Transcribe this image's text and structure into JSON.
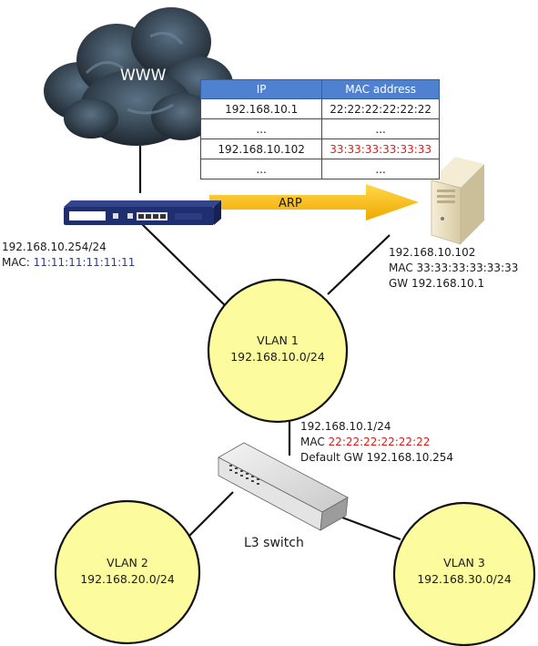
{
  "cloud": {
    "label": "WWW"
  },
  "arp_table": {
    "headers": [
      "IP",
      "MAC address"
    ],
    "rows": [
      {
        "ip": "192.168.10.1",
        "mac": "22:22:22:22:22:22"
      },
      {
        "ip": "...",
        "mac": "..."
      },
      {
        "ip": "192.168.10.102",
        "mac": "33:33:33:33:33:33"
      },
      {
        "ip": "...",
        "mac": "..."
      }
    ]
  },
  "arrow": {
    "label": "ARP"
  },
  "firewall": {
    "ip": "192.168.10.254/24",
    "mac_prefix": "MAC: ",
    "mac": "11:11:11:11:11:11"
  },
  "server": {
    "ip": "192.168.10.102",
    "mac": "MAC 33:33:33:33:33:33",
    "gw": "GW 192.168.10.1"
  },
  "vlan1": {
    "name": "VLAN 1",
    "subnet": "192.168.10.0/24"
  },
  "vlan2": {
    "name": "VLAN 2",
    "subnet": "192.168.20.0/24"
  },
  "vlan3": {
    "name": "VLAN 3",
    "subnet": "192.168.30.0/24"
  },
  "l3switch": {
    "label": "L3 switch",
    "ip": "192.168.10.1/24",
    "mac_prefix": "MAC ",
    "mac": "22:22:22:22:22:22",
    "gw": "Default GW 192.168.10.254"
  },
  "colors": {
    "vlan_fill": "#fcfc9e",
    "arrow": "#f5b800",
    "table_header": "#4f81d0",
    "highlight_red": "#e01a1a",
    "highlight_blue": "#2a3c9a",
    "cloud": "#2c3640"
  }
}
